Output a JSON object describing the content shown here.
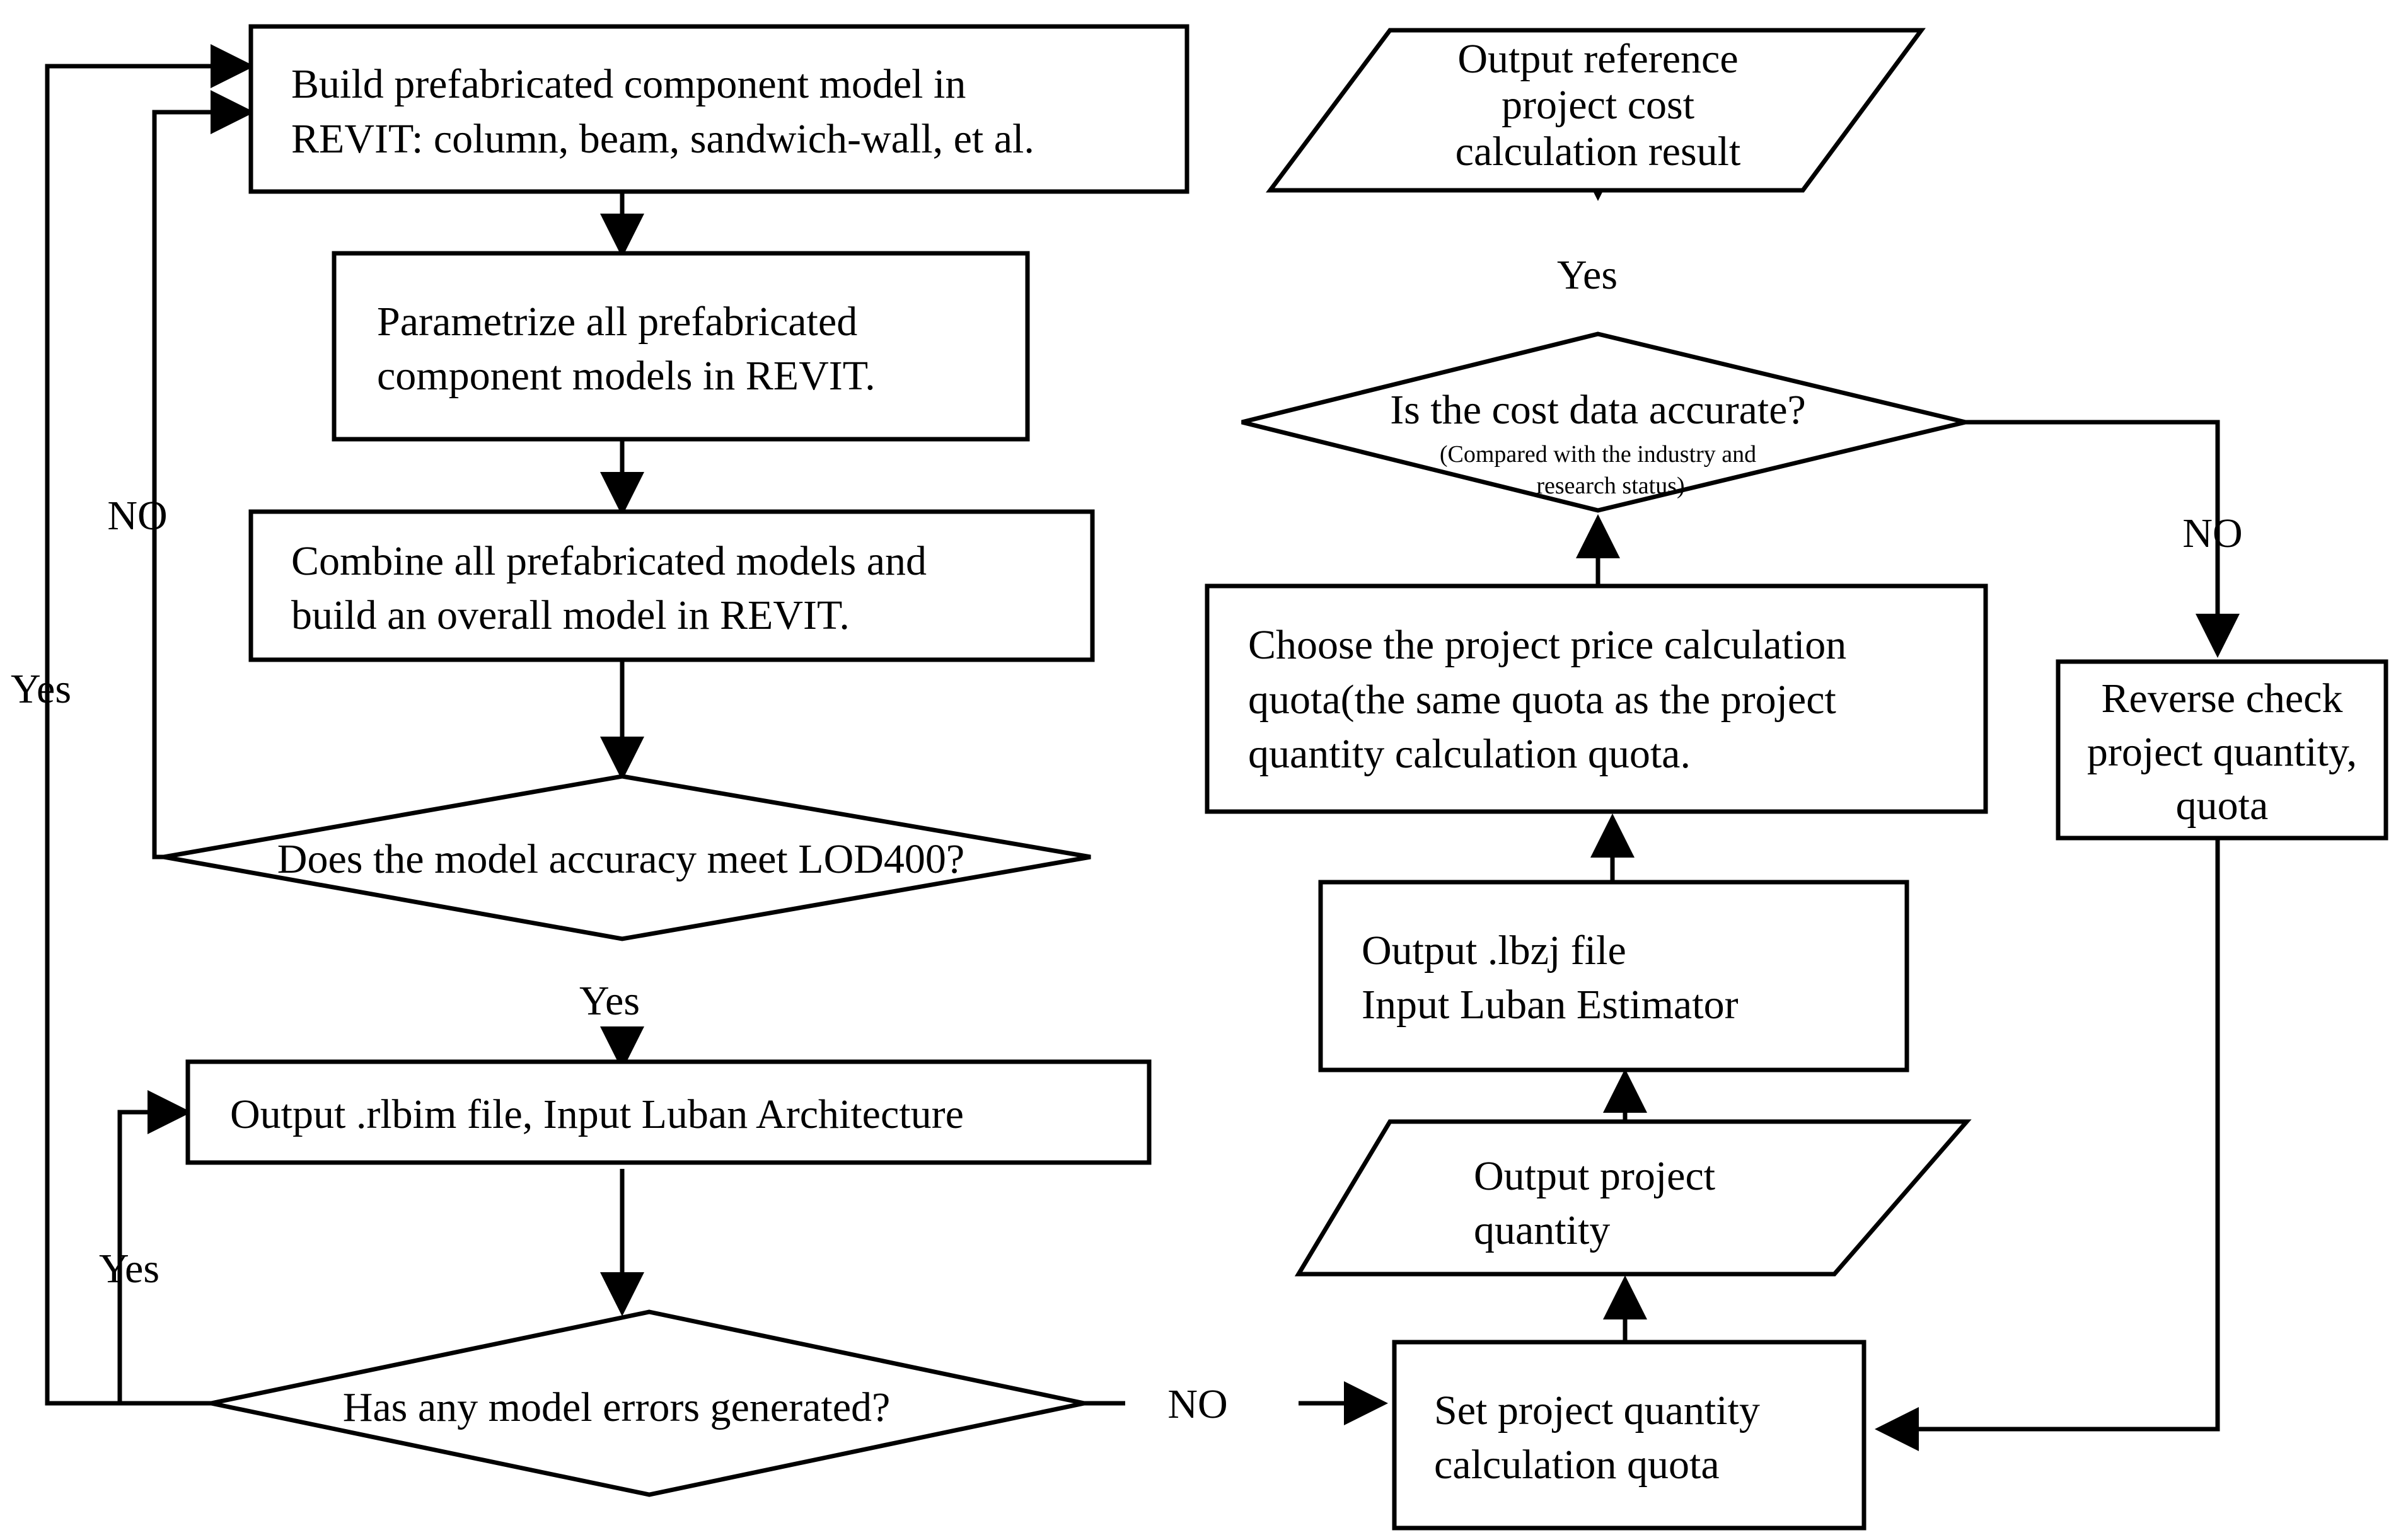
{
  "nodes": {
    "build_model": {
      "lines": [
        "Build prefabricated component model in",
        "REVIT: column, beam, sandwich-wall, et al."
      ]
    },
    "parametrize": {
      "lines": [
        "Parametrize all prefabricated",
        "component models in REVIT."
      ]
    },
    "combine": {
      "lines": [
        "Combine all prefabricated models and",
        "build an overall model in REVIT."
      ]
    },
    "lod_check": {
      "lines": [
        "Does the model accuracy meet LOD400?"
      ]
    },
    "output_rlbim": {
      "lines": [
        "Output .rlbim file, Input Luban Architecture"
      ]
    },
    "errors_check": {
      "lines": [
        "Has any model errors generated?"
      ]
    },
    "set_quota": {
      "lines": [
        "Set project quantity",
        "calculation quota"
      ]
    },
    "output_quantity": {
      "lines": [
        "Output project",
        "quantity"
      ]
    },
    "output_lbzj": {
      "lines": [
        "Output .lbzj file",
        "Input Luban Estimator"
      ]
    },
    "choose_quota": {
      "lines": [
        "Choose the project price calculation",
        "quota(the same quota as the project",
        "quantity calculation quota."
      ]
    },
    "cost_check": {
      "lines": [
        "Is the cost data accurate?"
      ],
      "note_lines": [
        "(Compared with the industry and",
        "research status)"
      ]
    },
    "output_result": {
      "lines": [
        "Output reference",
        "project cost",
        "calculation result"
      ]
    },
    "reverse_check": {
      "lines": [
        "Reverse check",
        "project quantity,",
        "quota"
      ]
    }
  },
  "edge_labels": {
    "lod_no": "NO",
    "lod_yes": "Yes",
    "errors_yes": "Yes",
    "errors_no": "NO",
    "outer_yes": "Yes",
    "cost_yes": "Yes",
    "cost_no": "NO"
  }
}
